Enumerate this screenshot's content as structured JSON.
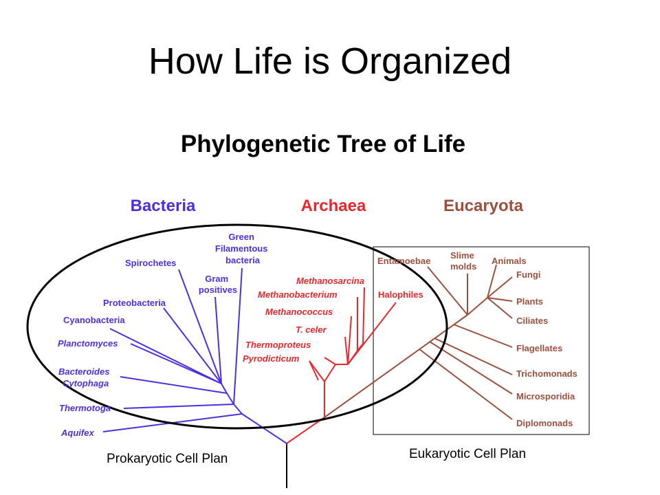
{
  "title": "How Life is Organized",
  "subtitle": "Phylogenetic Tree of Life",
  "colors": {
    "bacteria": "#4b2fe0",
    "archaea": "#e8262b",
    "eucaryota": "#9b4f3c",
    "outline": "#000000"
  },
  "domains": {
    "bacteria": "Bacteria",
    "archaea": "Archaea",
    "eucaryota": "Eucaryota"
  },
  "bacteria_taxa": {
    "green_filamentous": [
      "Green",
      "Filamentous",
      "bacteria"
    ],
    "spirochetes": "Spirochetes",
    "gram_positives": [
      "Gram",
      "positives"
    ],
    "proteobacteria": "Proteobacteria",
    "cyanobacteria": "Cyanobacteria",
    "planctomyces": "Planctomyces",
    "bacteroides": [
      "Bacteroides",
      "Cytophaga"
    ],
    "thermotoga": "Thermotoga",
    "aquifex": "Aquifex"
  },
  "archaea_taxa": {
    "methanosarcina": "Methanosarcina",
    "methanobacterium": "Methanobacterium",
    "halophiles": "Halophiles",
    "methanococcus": "Methanococcus",
    "t_celer": "T. celer",
    "thermoproteus": "Thermoproteus",
    "pyrodicticum": "Pyrodicticum"
  },
  "eucaryota_taxa": {
    "entamoebae": "Entamoebae",
    "slime_molds": [
      "Slime",
      "molds"
    ],
    "animals": "Animals",
    "fungi": "Fungi",
    "plants": "Plants",
    "ciliates": "Ciliates",
    "flagellates": "Flagellates",
    "trichomonads": "Trichomonads",
    "microsporidia": "Microsporidia",
    "diplomonads": "Diplomonads"
  },
  "captions": {
    "prokaryotic": "Prokaryotic Cell Plan",
    "eukaryotic": "Eukaryotic Cell Plan"
  }
}
